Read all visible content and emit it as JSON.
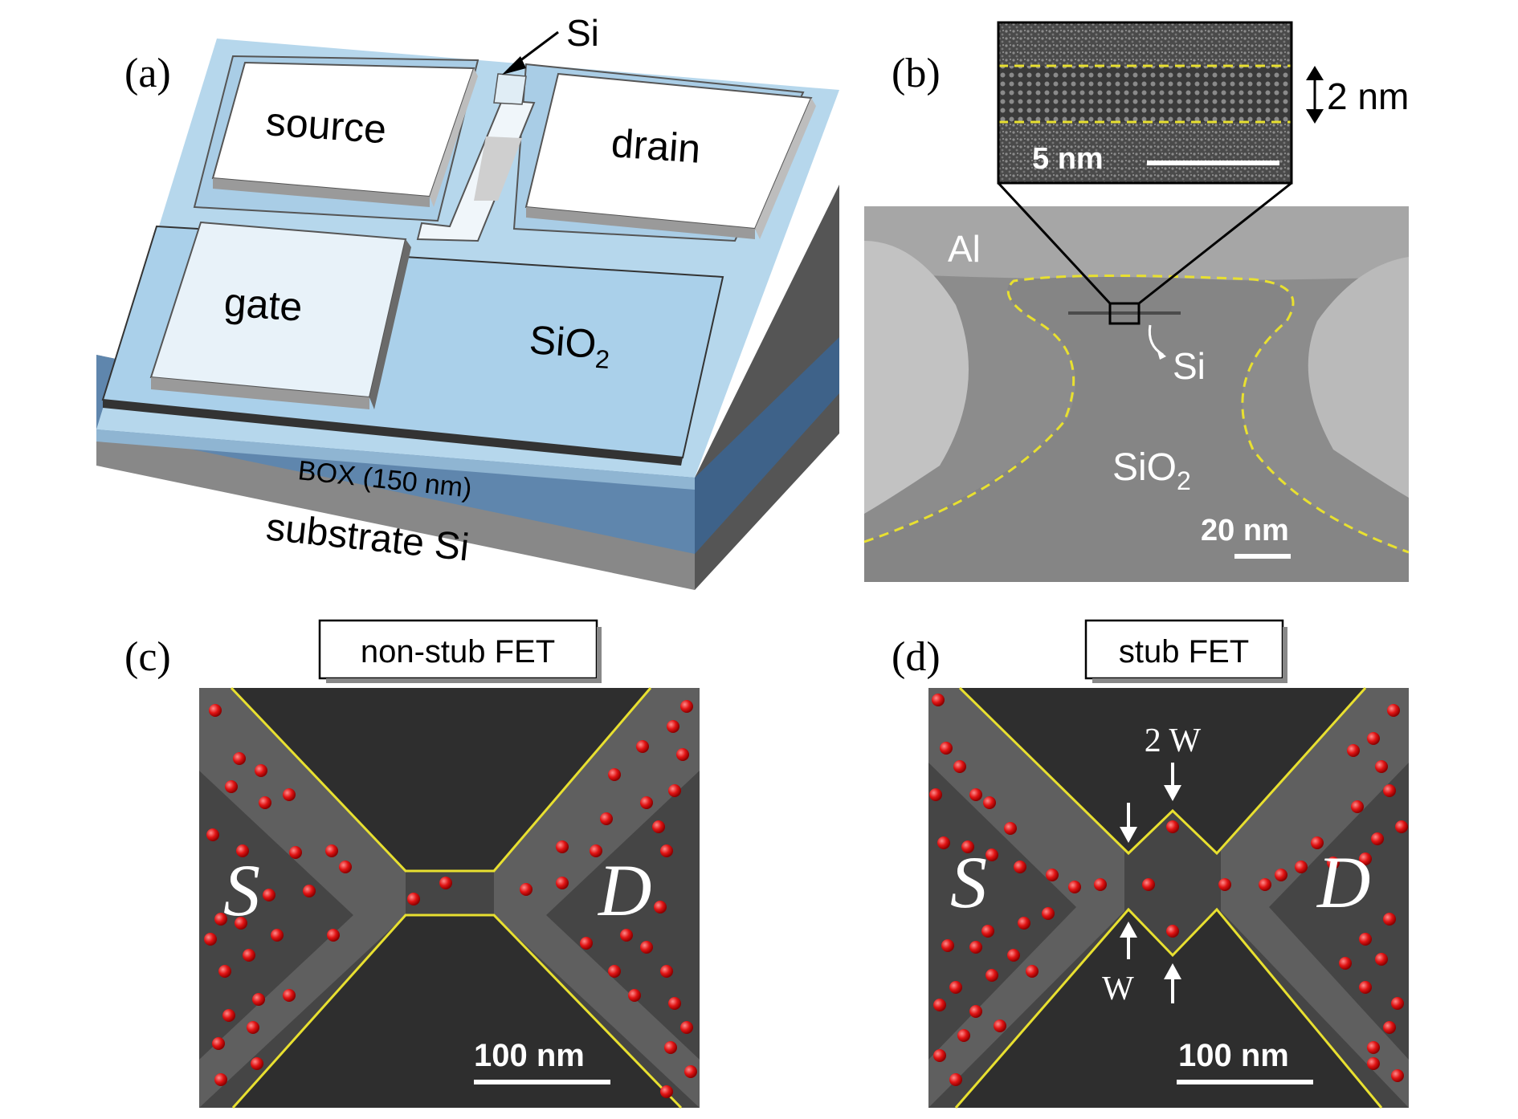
{
  "panels": {
    "a": {
      "label": "(a)",
      "source": "source",
      "drain": "drain",
      "gate": "gate",
      "sio2_base": "SiO",
      "sio2_sub": "2",
      "si": "Si",
      "box": "BOX (150 nm)",
      "substrate": "substrate Si"
    },
    "b": {
      "label": "(b)",
      "al": "Al",
      "si": "Si",
      "sio2_base": "SiO",
      "sio2_sub": "2",
      "scale_main": "20 nm",
      "scale_inset": "5 nm",
      "thickness": "2 nm"
    },
    "c": {
      "label": "(c)",
      "title": "non-stub FET",
      "s": "S",
      "d": "D",
      "scale": "100 nm"
    },
    "d": {
      "label": "(d)",
      "title": "stub FET",
      "s": "S",
      "d": "D",
      "scale": "100 nm",
      "w_label": "W",
      "w2_label": "2 W"
    }
  },
  "colors": {
    "device_blue": "#b6d7ec",
    "box_blue": "#5f86ad",
    "substrate_gray": "#888888",
    "outline_yellow": "#e8e030",
    "dopant_red": "#e11414"
  }
}
